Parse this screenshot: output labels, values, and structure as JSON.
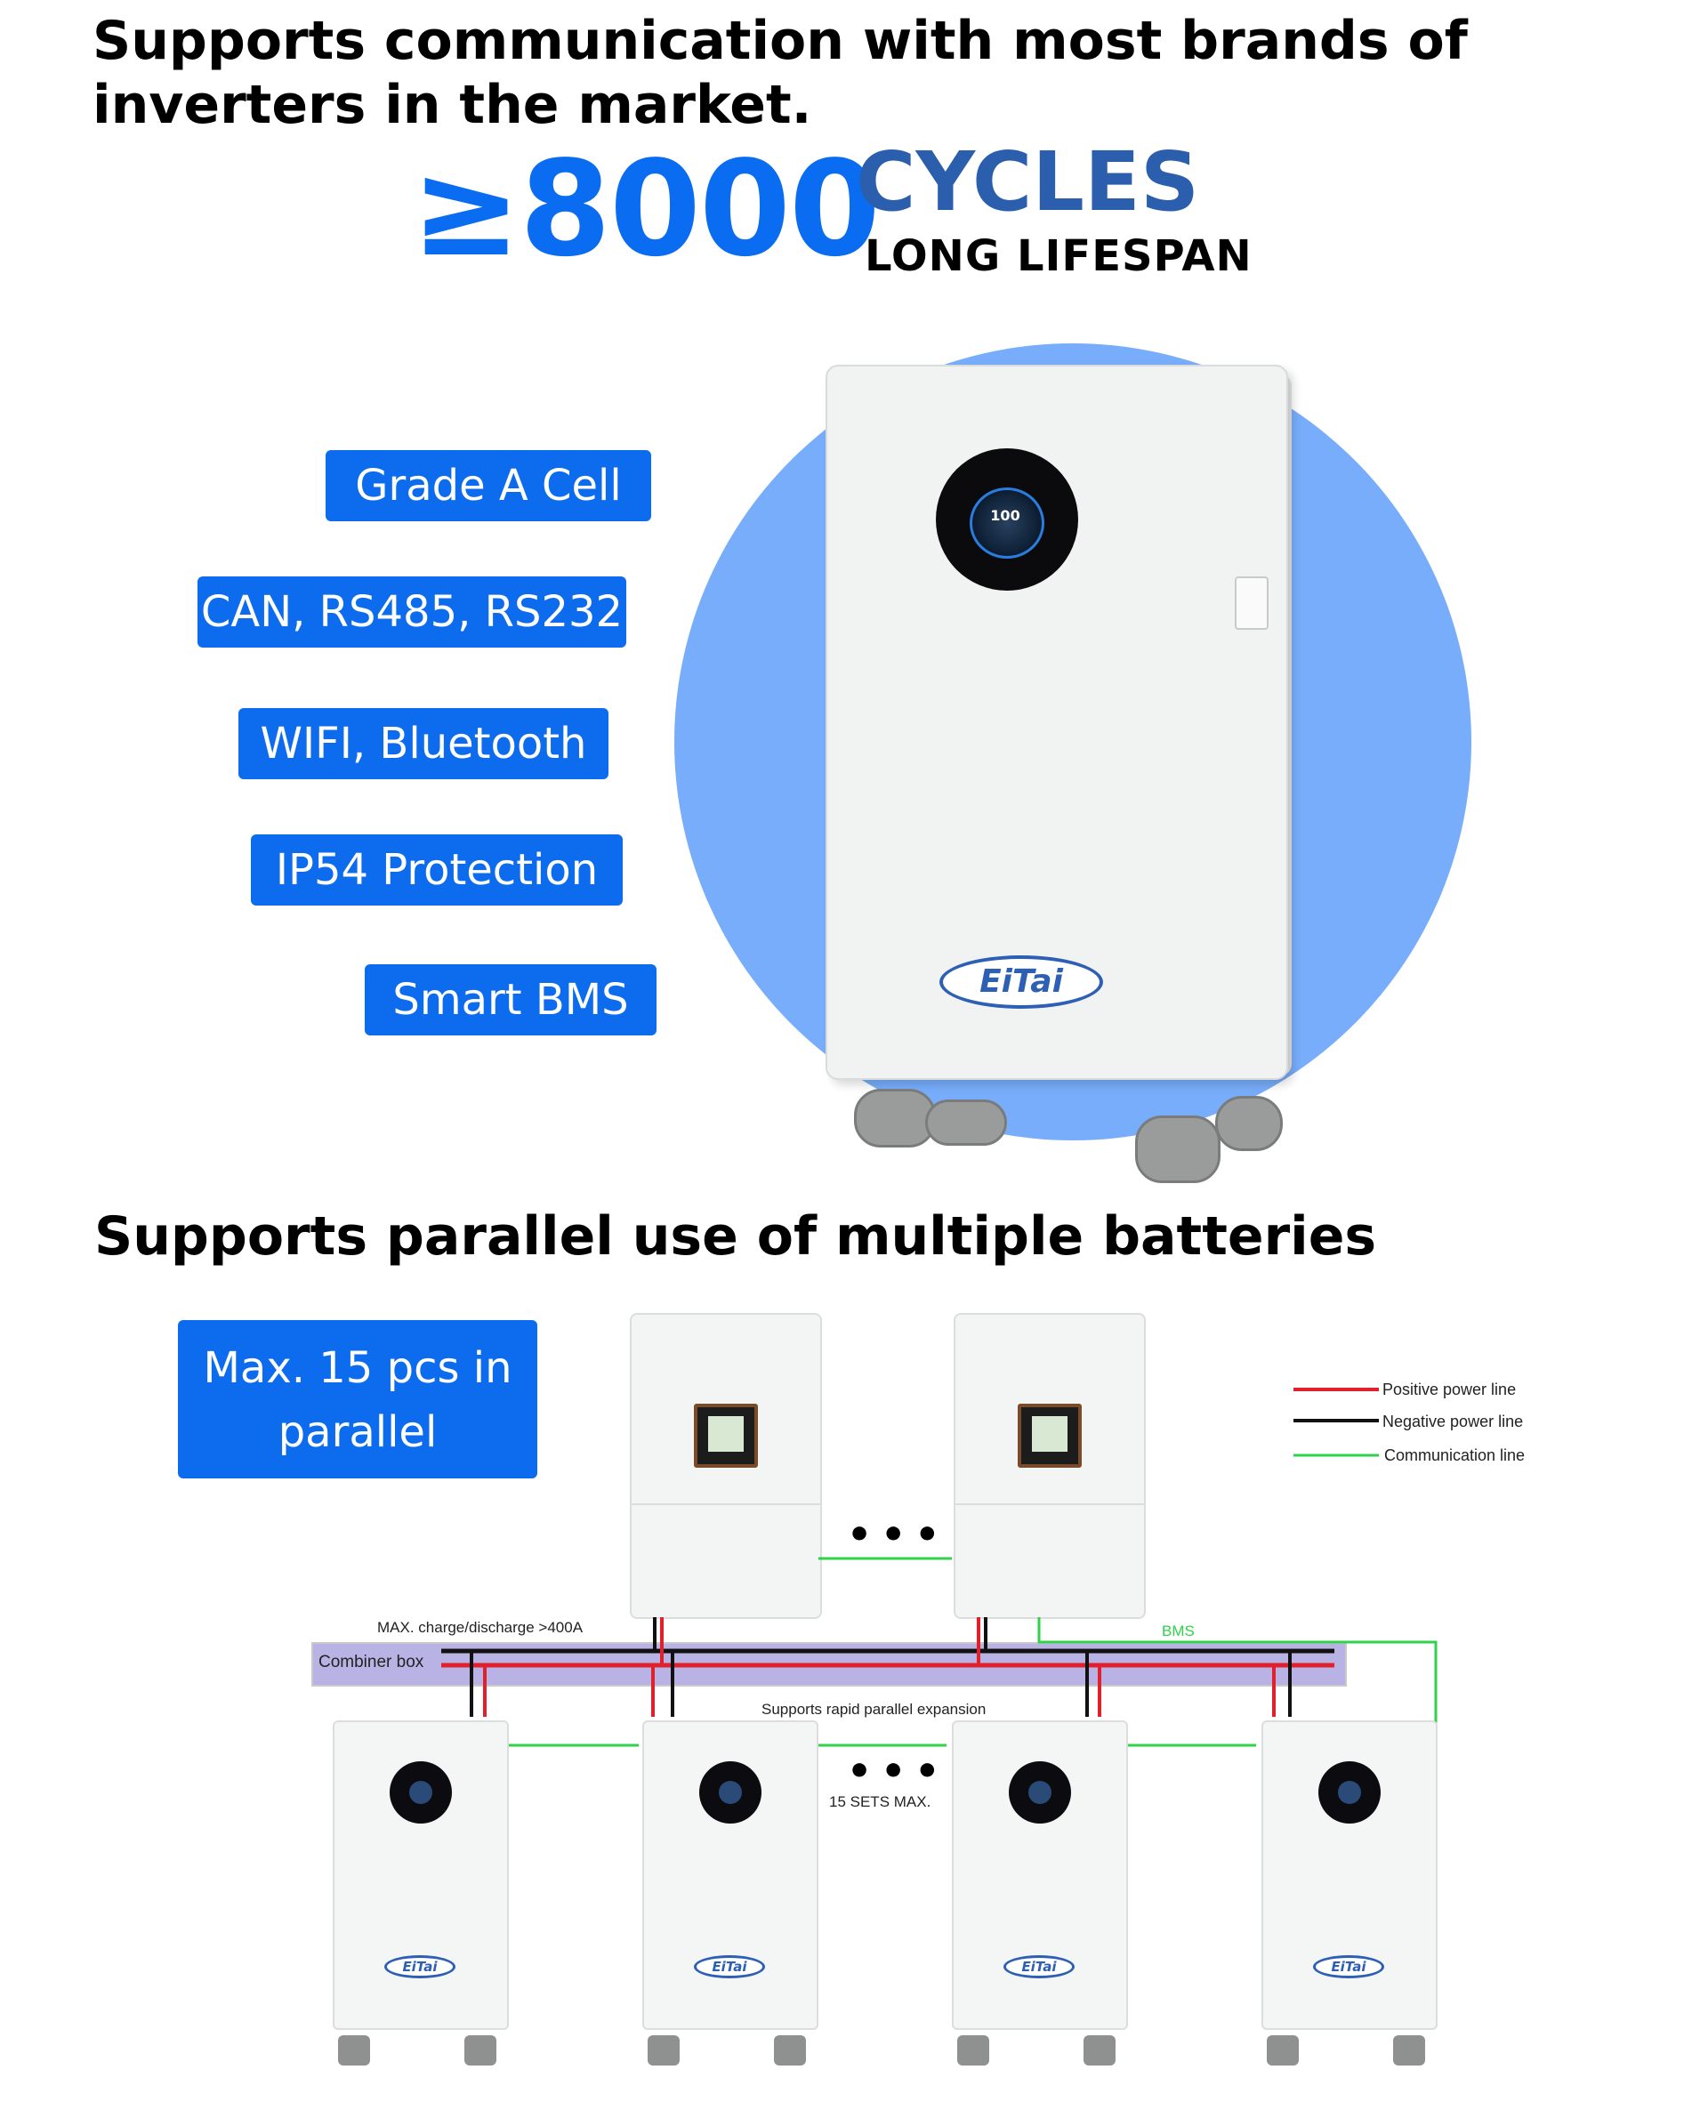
{
  "headline": "Supports communication with most brands of inverters in the market.",
  "cycles": {
    "number": "≥8000",
    "unit": "CYCLES",
    "subtitle": "LONG LIFESPAN"
  },
  "features": [
    "Grade A Cell",
    "CAN, RS485, RS232",
    "WIFI, Bluetooth",
    "IP54 Protection",
    "Smart BMS"
  ],
  "battery": {
    "display_value": "100",
    "brand": "EiTai"
  },
  "parallel": {
    "heading": "Supports parallel use of multiple batteries",
    "max_box": "Max. 15 pcs in parallel"
  },
  "diagram": {
    "legend": {
      "positive": "Positive power line",
      "negative": "Negative power line",
      "communication": "Communication line"
    },
    "max_charge": "MAX. charge/discharge >400A",
    "bms": "BMS",
    "combiner": "Combiner box",
    "rapid": "Supports rapid parallel expansion",
    "sets_max": "15 SETS MAX.",
    "ellipsis": "•••",
    "battery_brand": "EiTai"
  },
  "colors": {
    "accent_blue": "#0d6cee",
    "circle_blue": "#77adfa",
    "positive_line": "#e0202a",
    "negative_line": "#111111",
    "communication_line": "#2fd24a"
  }
}
